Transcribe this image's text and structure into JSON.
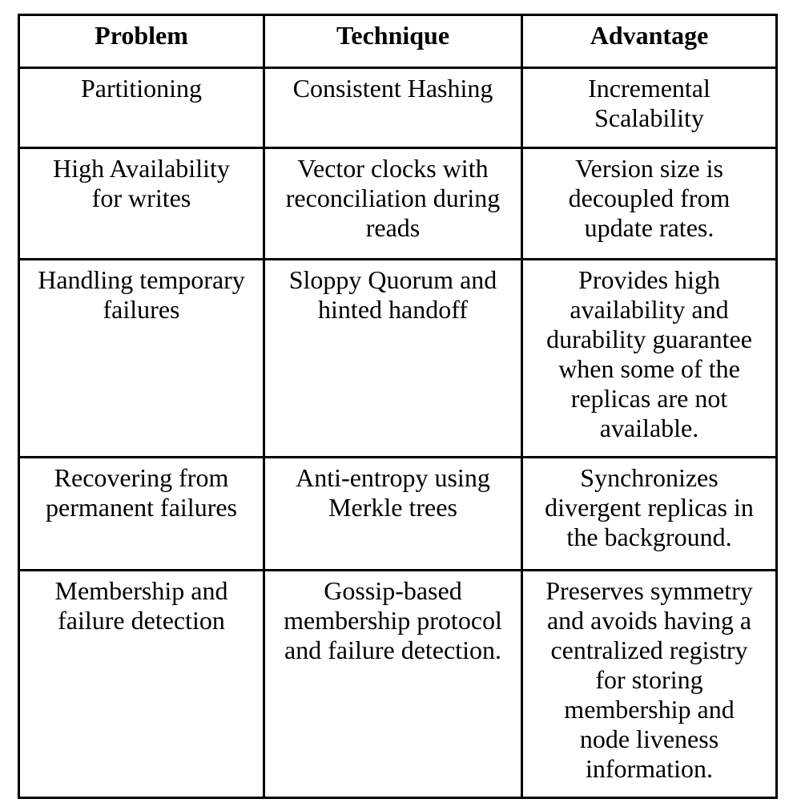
{
  "colors": {
    "background": "#ffffff",
    "border": "#000000",
    "text": "#000000"
  },
  "table": {
    "columns": [
      "Problem",
      "Technique",
      "Advantage"
    ],
    "rows": [
      {
        "problem": "Partitioning",
        "technique": "Consistent Hashing",
        "advantage": "Incremental\nScalability"
      },
      {
        "problem": "High Availability\nfor writes",
        "technique": "Vector clocks with\nreconciliation during\nreads",
        "advantage": "Version size is\ndecoupled from\nupdate rates."
      },
      {
        "problem": "Handling temporary\nfailures",
        "technique": "Sloppy Quorum and\nhinted handoff",
        "advantage": "Provides high\navailability and\ndurability guarantee\nwhen some of the\nreplicas are not\navailable."
      },
      {
        "problem": "Recovering from\npermanent failures",
        "technique": "Anti-entropy using\nMerkle trees",
        "advantage": "Synchronizes\ndivergent replicas in\nthe background."
      },
      {
        "problem": "Membership and\nfailure detection",
        "technique": "Gossip-based\nmembership protocol\nand failure detection.",
        "advantage": "Preserves symmetry\nand avoids having a\ncentralized registry\nfor storing\nmembership and\nnode liveness\ninformation."
      }
    ]
  }
}
